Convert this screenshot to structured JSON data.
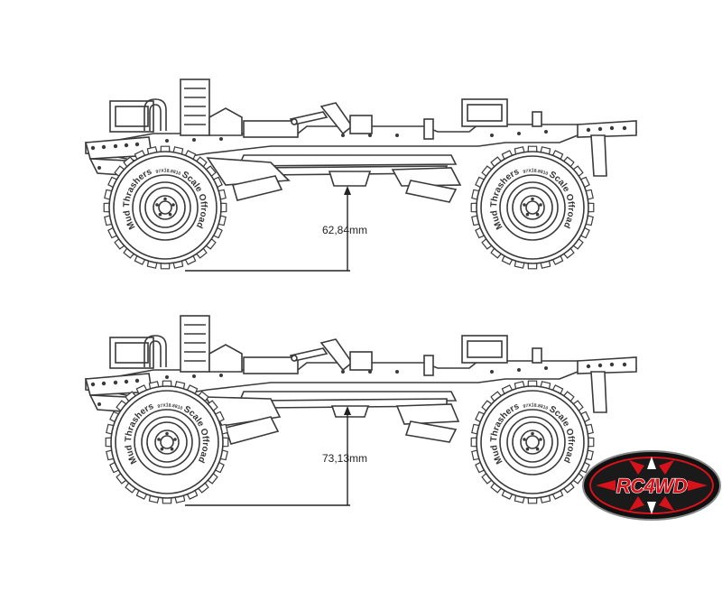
{
  "diagrams": [
    {
      "id": "stock-height",
      "clearance_label": "62,84mm",
      "tire": {
        "brand": "Mud Thrashers",
        "type": "Scale Offroad",
        "size_code": "97X18.8810"
      }
    },
    {
      "id": "lifted-height",
      "clearance_label": "73,13mm",
      "tire": {
        "brand": "Mud Thrashers",
        "type": "Scale Offroad",
        "size_code": "97X18.8810"
      }
    }
  ],
  "logo": {
    "text": "RC4WD",
    "colors": {
      "red": "#d8121a",
      "black": "#111111",
      "white": "#ffffff"
    }
  }
}
